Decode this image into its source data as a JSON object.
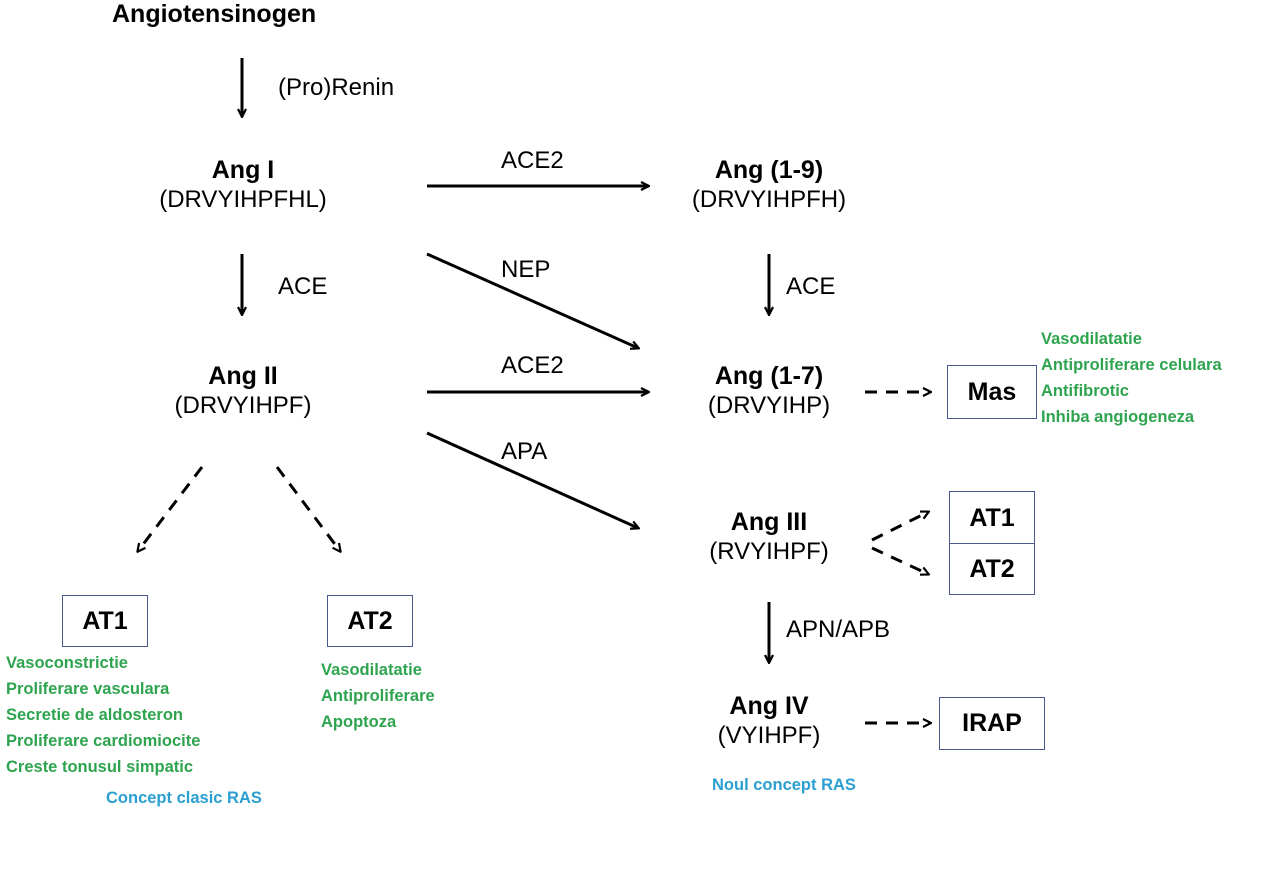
{
  "title": "Angiotensinogen",
  "nodes": {
    "ang1": {
      "name": "Ang I",
      "seq": "(DRVYIHPFHL)"
    },
    "ang2": {
      "name": "Ang II",
      "seq": "(DRVYIHPF)"
    },
    "ang19": {
      "name": "Ang (1-9)",
      "seq": "(DRVYIHPFH)"
    },
    "ang17": {
      "name": "Ang (1-7)",
      "seq": "(DRVYIHP)"
    },
    "ang3": {
      "name": "Ang III",
      "seq": "(RVYIHPF)"
    },
    "ang4": {
      "name": "Ang IV",
      "seq": "(VYIHPF)"
    }
  },
  "enzymes": {
    "prorenin": "(Pro)Renin",
    "ace_ang1": "ACE",
    "ace2_top": "ACE2",
    "nep": "NEP",
    "ace2_mid": "ACE2",
    "apa": "APA",
    "ace_right": "ACE",
    "apn_apb": "APN/APB"
  },
  "receptors": {
    "at1_left": "AT1",
    "at2_left": "AT2",
    "mas": "Mas",
    "at1_right": "AT1",
    "at2_right": "AT2",
    "irap": "IRAP"
  },
  "effects": {
    "at1": [
      "Vasoconstrictie",
      "Proliferare vasculara",
      "Secretie de aldosteron",
      "Proliferare cardiomiocite",
      "Creste tonusul simpatic"
    ],
    "at2": [
      "Vasodilatatie",
      "Antiproliferare",
      "Apoptoza"
    ],
    "mas": [
      "Vasodilatatie",
      "Antiproliferare celulara",
      "Antifibrotic",
      "Inhiba angiogeneza"
    ]
  },
  "concepts": {
    "classic": "Concept clasic RAS",
    "new": "Noul concept RAS"
  },
  "colors": {
    "effect_text": "#2ea44f",
    "concept_text": "#2a9fd0",
    "box_border": "#4a5a8c",
    "arrow": "#000000"
  }
}
